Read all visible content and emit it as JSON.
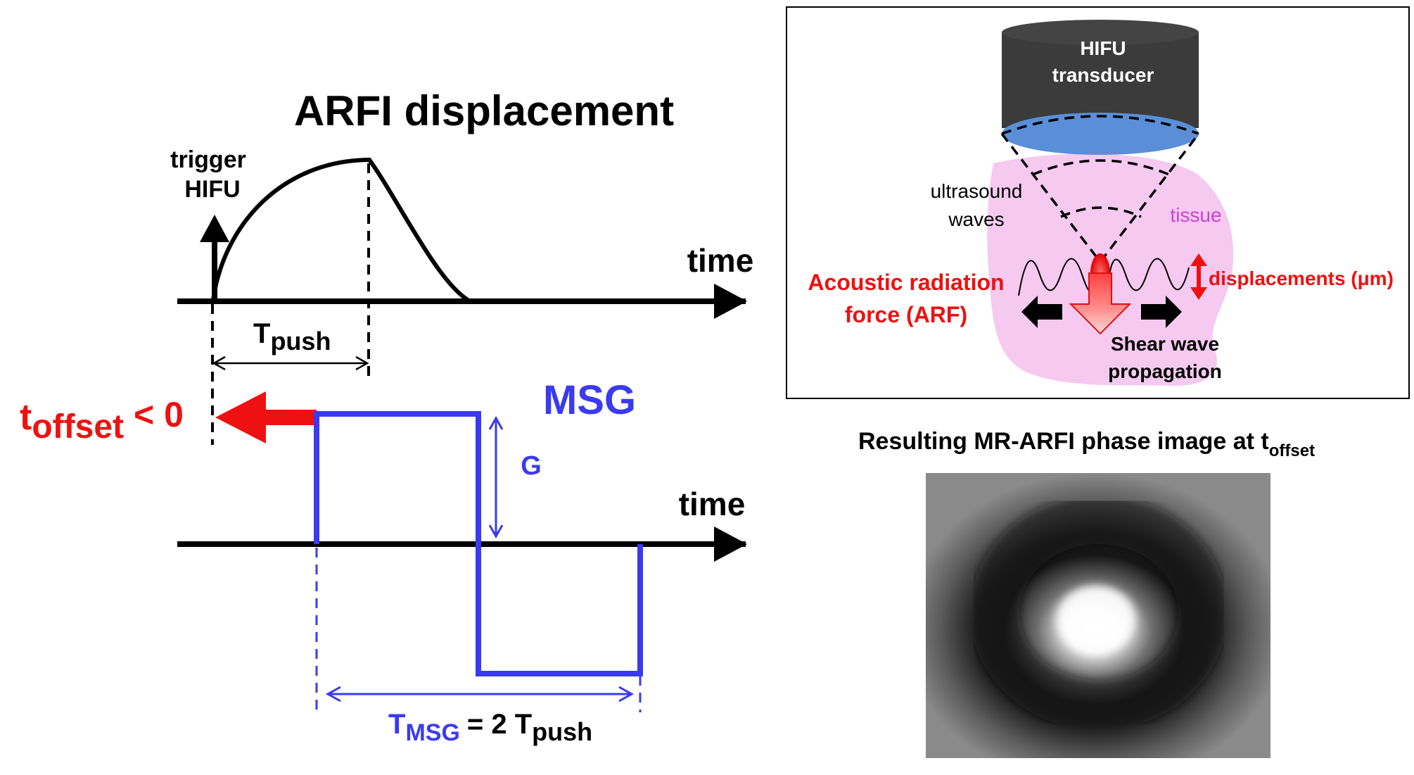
{
  "left": {
    "title": "ARFI displacement",
    "trigger_label": "trigger",
    "trigger_label2": "HIFU",
    "time_label_top": "time",
    "tpush_main": "T",
    "tpush_sub": "push",
    "msg_label": "MSG",
    "toffset_main": "t",
    "toffset_sub": "offset",
    "toffset_rel": "< 0",
    "g_label": "G",
    "time_label_bottom": "time",
    "tmsg_main": "T",
    "tmsg_sub": "MSG",
    "tmsg_eq": "= 2 T",
    "tmsg_push_sub": "push"
  },
  "inset": {
    "transducer_line1": "HIFU",
    "transducer_line2": "transducer",
    "waves_line1": "ultrasound",
    "waves_line2": "waves",
    "tissue_label": "tissue",
    "arf_line1": "Acoustic radiation",
    "arf_line2": "force (ARF)",
    "displacement_label": "displacements (μm)",
    "shear_line1": "Shear wave",
    "shear_line2": "propagation"
  },
  "result": {
    "caption_main": "Resulting MR-ARFI phase image at t",
    "caption_sub": "offset"
  },
  "colors": {
    "black": "#000000",
    "blue": "#3a3af0",
    "red": "#ee1111",
    "tissue": "#f4c6ef",
    "tissue_text": "#d040d0",
    "transducer_body": "#3b3b3b",
    "transducer_face": "#5a8fd8"
  }
}
